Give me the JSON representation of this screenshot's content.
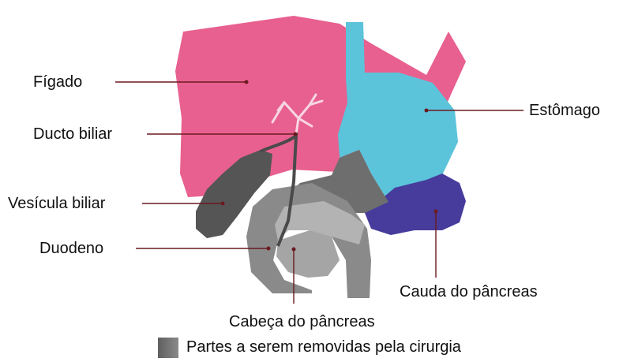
{
  "labels": {
    "liver": "Fígado",
    "bile_duct": "Ducto biliar",
    "gallbladder": "Vesícula biliar",
    "duodenum": "Duodeno",
    "stomach": "Estômago",
    "pancreas_tail": "Cauda do pâncreas",
    "pancreas_head": "Cabeça do pâncreas"
  },
  "legend": {
    "text": "Partes a serem removidas pela cirurgia"
  },
  "colors": {
    "liver": "#e8608f",
    "stomach": "#5bc3da",
    "pancreas_tail": "#473c9c",
    "removed_dark": "#5e5e5e",
    "removed_mid": "#888888",
    "removed_light": "#b3b3b3",
    "bile_tree": "#f7d6e2",
    "leader_line": "#6b1a1f"
  },
  "icons": {
    "legend_swatch": "gray-square-swatch"
  }
}
